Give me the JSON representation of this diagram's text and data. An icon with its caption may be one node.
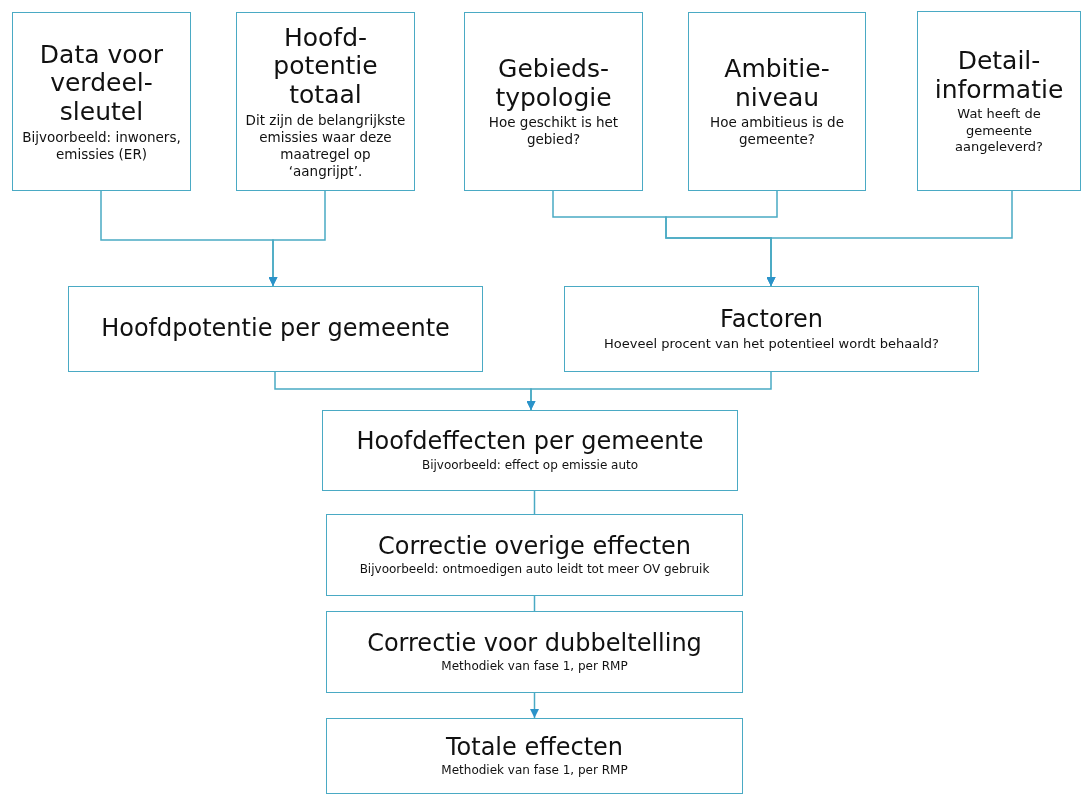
{
  "diagram": {
    "nodes": [
      {
        "text": [
          "Data voor verdeel- sleutel",
          "Bijvoorbeeld: inwoners, emissies (ER)"
        ]
      },
      {
        "text": [
          "Hoofd- potentie totaal",
          "Dit zijn de belangrijkste emissies waar deze maatregel op ‘aangrijpt’."
        ]
      },
      {
        "text": [
          "Gebieds- typologie",
          "Hoe geschikt is het gebied?"
        ]
      },
      {
        "text": [
          "Ambitie- niveau",
          "Hoe ambitieus is de gemeente?"
        ]
      },
      {
        "text": [
          "Detail- informatie",
          "Wat heeft de gemeente aangeleverd?"
        ]
      },
      {
        "text": [
          "Hoofdpotentie per gemeente"
        ]
      },
      {
        "text": [
          "Factoren",
          "Hoeveel procent van het potentieel wordt behaald?"
        ]
      },
      {
        "text": [
          "Hoofdeffecten per gemeente",
          "Bijvoorbeeld: effect op emissie auto"
        ]
      },
      {
        "text": [
          "Correctie overige effecten",
          "Bijvoorbeeld: ontmoedigen auto leidt tot meer OV gebruik"
        ]
      },
      {
        "text": [
          "Correctie voor dubbeltelling",
          "Methodiek van fase 1, per RMP"
        ]
      },
      {
        "text": [
          "Totale effecten",
          "Methodiek van fase 1, per RMP"
        ]
      }
    ],
    "edges": [
      {
        "from": 0,
        "to": 5,
        "arrow": "to"
      },
      {
        "from": 1,
        "to": 5,
        "arrow": "to"
      },
      {
        "from": 2,
        "to": 6,
        "arrow": "to"
      },
      {
        "from": 3,
        "to": 6,
        "arrow": "to"
      },
      {
        "from": 4,
        "to": 6,
        "arrow": "to"
      },
      {
        "from": 5,
        "to": 7,
        "arrow": "to"
      },
      {
        "from": 6,
        "to": 7,
        "arrow": "to"
      },
      {
        "from": 7,
        "to": 8,
        "arrow": "none"
      },
      {
        "from": 8,
        "to": 9,
        "arrow": "none"
      },
      {
        "from": 9,
        "to": 10,
        "arrow": "to"
      }
    ]
  }
}
